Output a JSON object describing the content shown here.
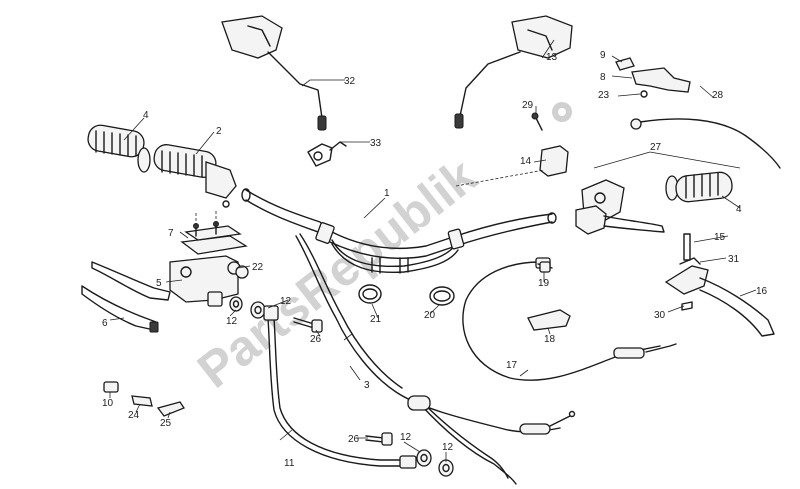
{
  "watermark": "PartsRepublik",
  "callouts": [
    {
      "id": "c1",
      "text": "1"
    },
    {
      "id": "c2",
      "text": "2"
    },
    {
      "id": "c3",
      "text": "3"
    },
    {
      "id": "c4a",
      "text": "4"
    },
    {
      "id": "c4b",
      "text": "4"
    },
    {
      "id": "c5",
      "text": "5"
    },
    {
      "id": "c6",
      "text": "6"
    },
    {
      "id": "c7",
      "text": "7"
    },
    {
      "id": "c8",
      "text": "8"
    },
    {
      "id": "c9",
      "text": "9"
    },
    {
      "id": "c10",
      "text": "10"
    },
    {
      "id": "c11",
      "text": "11"
    },
    {
      "id": "c12a",
      "text": "12"
    },
    {
      "id": "c12b",
      "text": "12"
    },
    {
      "id": "c12c",
      "text": "12"
    },
    {
      "id": "c12d",
      "text": "12"
    },
    {
      "id": "c13",
      "text": "13"
    },
    {
      "id": "c14",
      "text": "14"
    },
    {
      "id": "c15",
      "text": "15"
    },
    {
      "id": "c16",
      "text": "16"
    },
    {
      "id": "c17",
      "text": "17"
    },
    {
      "id": "c18",
      "text": "18"
    },
    {
      "id": "c19",
      "text": "19"
    },
    {
      "id": "c20",
      "text": "20"
    },
    {
      "id": "c21",
      "text": "21"
    },
    {
      "id": "c22",
      "text": "22"
    },
    {
      "id": "c23",
      "text": "23"
    },
    {
      "id": "c24",
      "text": "24"
    },
    {
      "id": "c25",
      "text": "25"
    },
    {
      "id": "c26a",
      "text": "26"
    },
    {
      "id": "c26b",
      "text": "26"
    },
    {
      "id": "c27",
      "text": "27"
    },
    {
      "id": "c28",
      "text": "28"
    },
    {
      "id": "c29",
      "text": "29"
    },
    {
      "id": "c30",
      "text": "30"
    },
    {
      "id": "c31",
      "text": "31"
    },
    {
      "id": "c32",
      "text": "32"
    },
    {
      "id": "c33",
      "text": "33"
    }
  ]
}
